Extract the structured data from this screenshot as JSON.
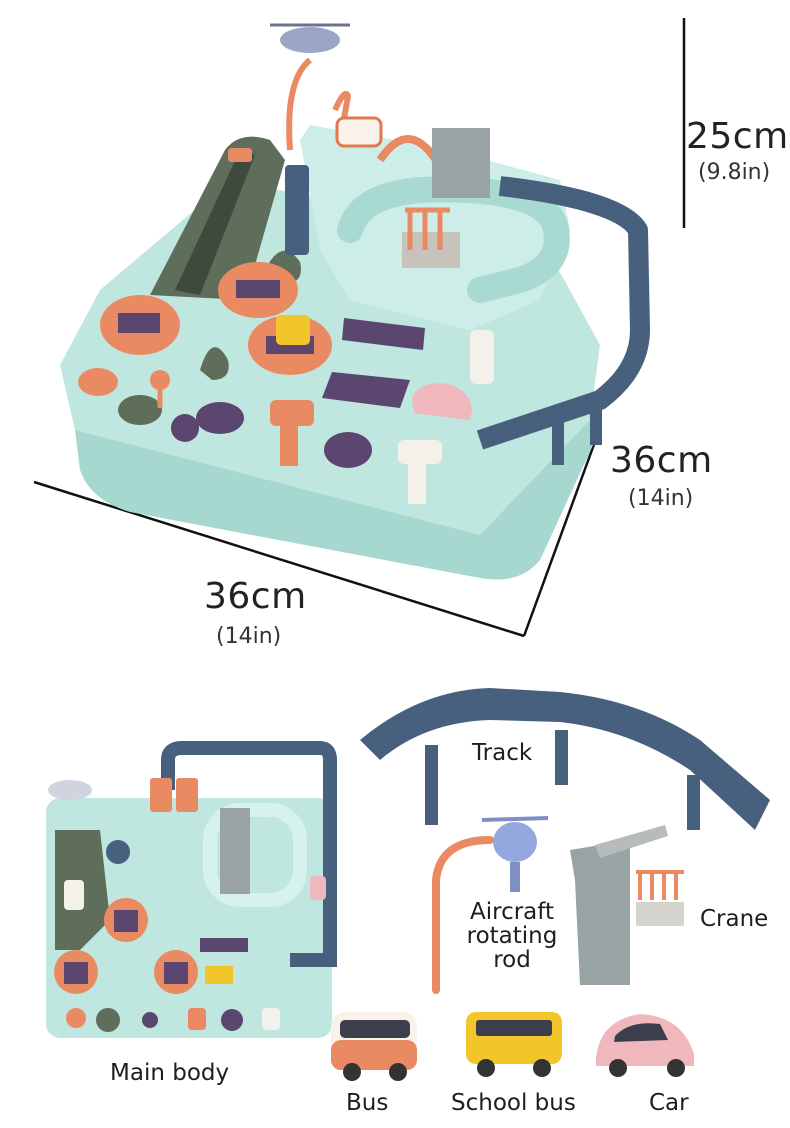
{
  "dimensions": {
    "height": {
      "metric": "25cm",
      "imperial": "(9.8in)"
    },
    "depth": {
      "metric": "36cm",
      "imperial": "(14in)"
    },
    "width": {
      "metric": "36cm",
      "imperial": "(14in)"
    }
  },
  "parts": {
    "track": "Track",
    "aircraft_line1": "Aircraft",
    "aircraft_line2": "rotating",
    "aircraft_line3": "rod",
    "crane": "Crane",
    "main_body": "Main body",
    "bus": "Bus",
    "school_bus": "School bus",
    "car": "Car"
  },
  "colors": {
    "base_mint": "#bfe6df",
    "track_navy": "#47607e",
    "accent_orange": "#e98a62",
    "accent_purple": "#5a466f",
    "mountain_green": "#5e6e5a",
    "crane_gray": "#9aa3a4",
    "school_bus_yellow": "#f2c52a",
    "car_pink": "#f0b8bc"
  }
}
